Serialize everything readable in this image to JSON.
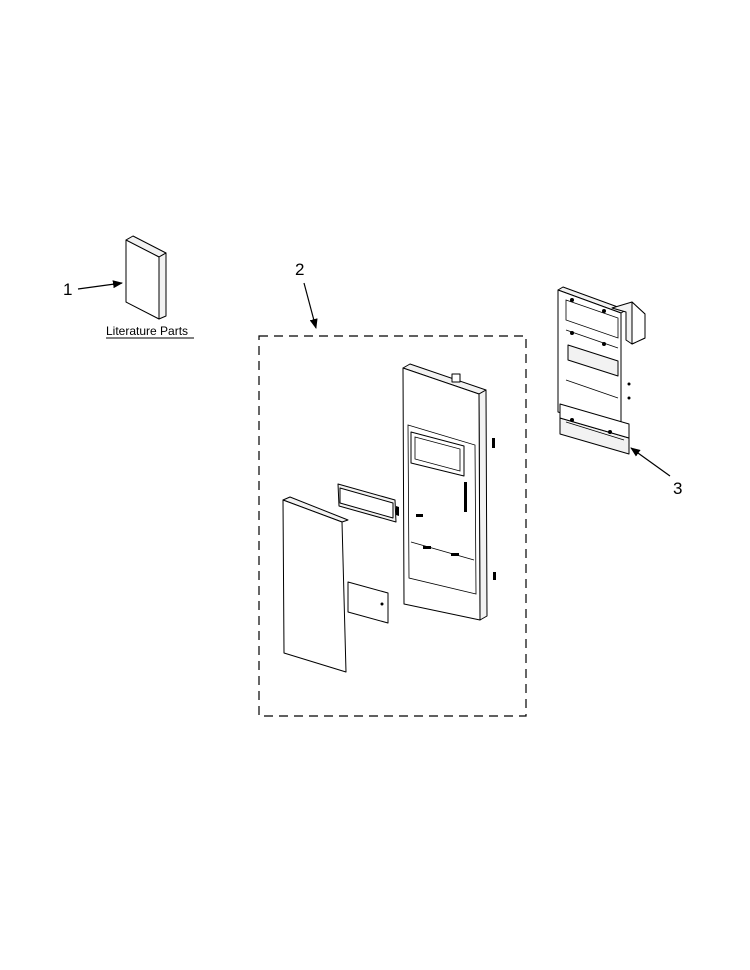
{
  "callouts": {
    "one": "1",
    "two": "2",
    "three": "3"
  },
  "literature_label": "Literature Parts"
}
